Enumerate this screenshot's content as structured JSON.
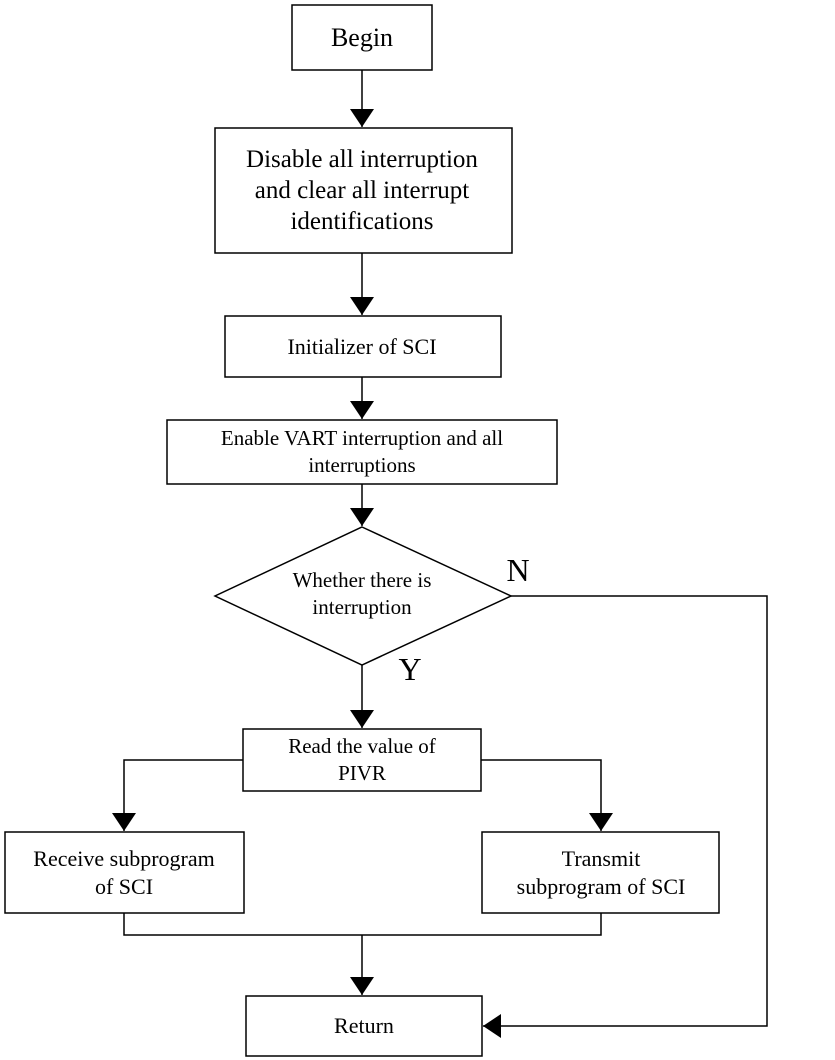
{
  "flowchart": {
    "begin": {
      "lines": [
        "Begin"
      ]
    },
    "disable": {
      "lines": [
        "Disable all interruption",
        "and clear all interrupt",
        "identifications"
      ]
    },
    "init_sci": {
      "lines": [
        "Initializer of SCI"
      ]
    },
    "enable": {
      "lines": [
        "Enable VART interruption and all",
        "interruptions"
      ]
    },
    "decision": {
      "lines": [
        "Whether there is",
        "interruption"
      ]
    },
    "branch_no": "N",
    "branch_yes": "Y",
    "read_pivr": {
      "lines": [
        "Read the value of",
        "PIVR"
      ]
    },
    "receive": {
      "lines": [
        "Receive subprogram",
        "of SCI"
      ]
    },
    "transmit": {
      "lines": [
        "Transmit",
        "subprogram of SCI"
      ]
    },
    "return": {
      "lines": [
        "Return"
      ]
    }
  }
}
